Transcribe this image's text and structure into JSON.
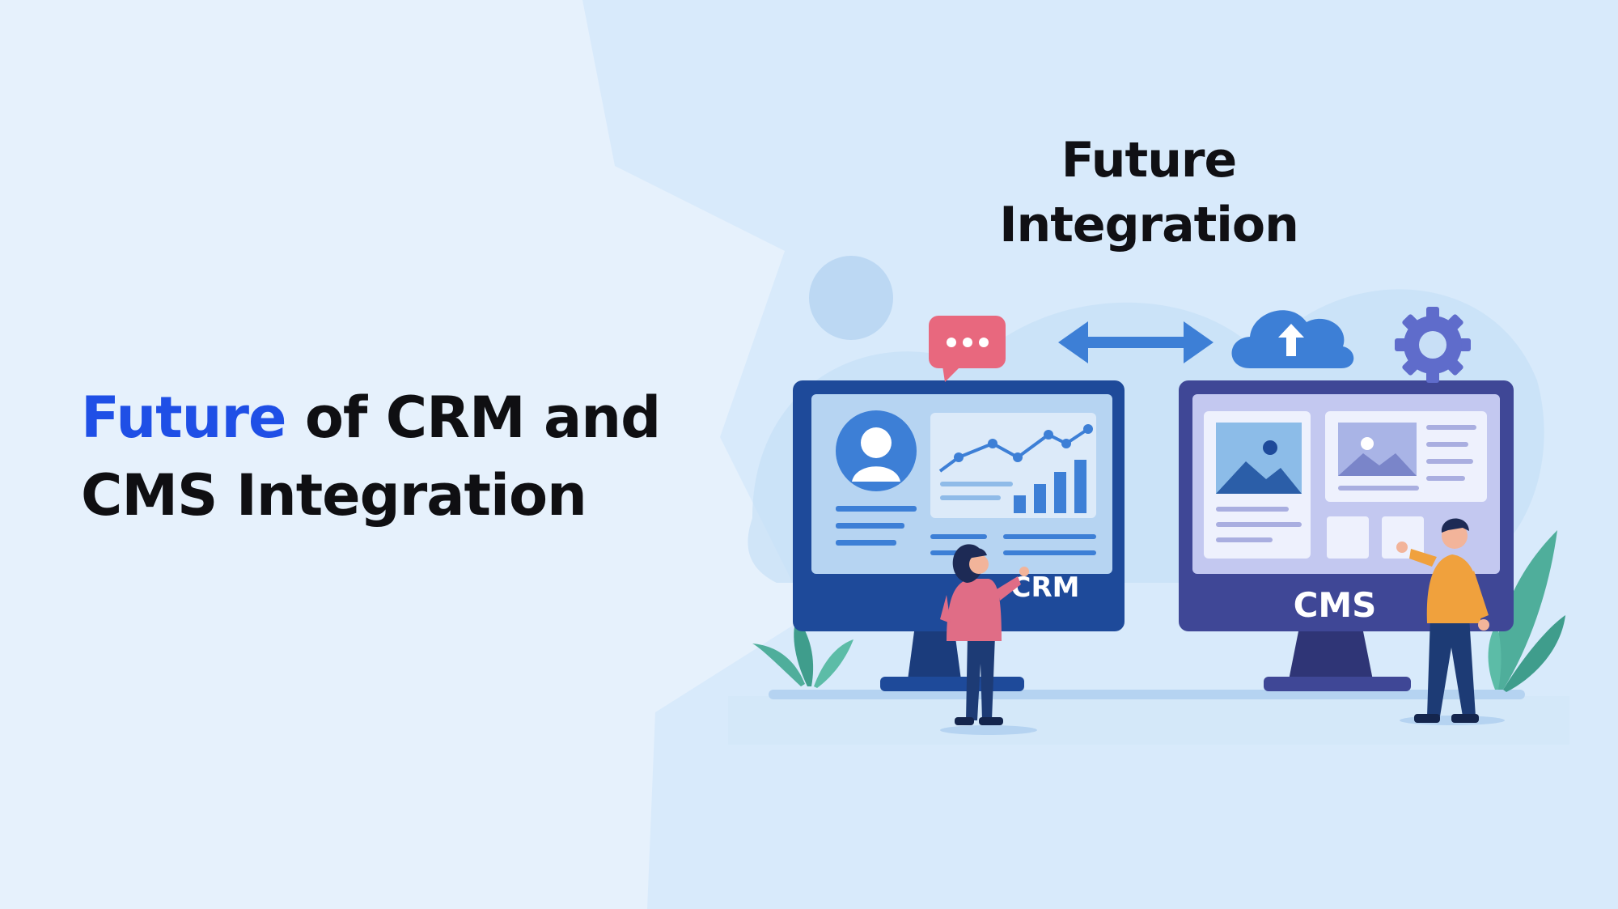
{
  "slide": {
    "headline_accent": "Future",
    "headline_rest_line1": " of CRM and",
    "headline_line2": "CMS Integration",
    "right_title": "Future Integration"
  },
  "illustration": {
    "left_monitor_label": "CRM",
    "right_monitor_label": "CMS",
    "icons": [
      "chat-bubble-icon",
      "double-arrow-icon",
      "cloud-upload-icon",
      "gear-icon",
      "user-avatar-icon",
      "line-chart-icon",
      "bar-chart-icon",
      "image-icon",
      "leaf-icon"
    ]
  },
  "colors": {
    "background_left": "#e6f1fc",
    "background_right": "#d9ebfb",
    "accent_blue": "#1f4fe6",
    "crm_monitor": "#1e4a9a",
    "cms_monitor": "#3f4796",
    "chat_pink": "#e8687e",
    "icon_blue": "#3d7fd6"
  }
}
